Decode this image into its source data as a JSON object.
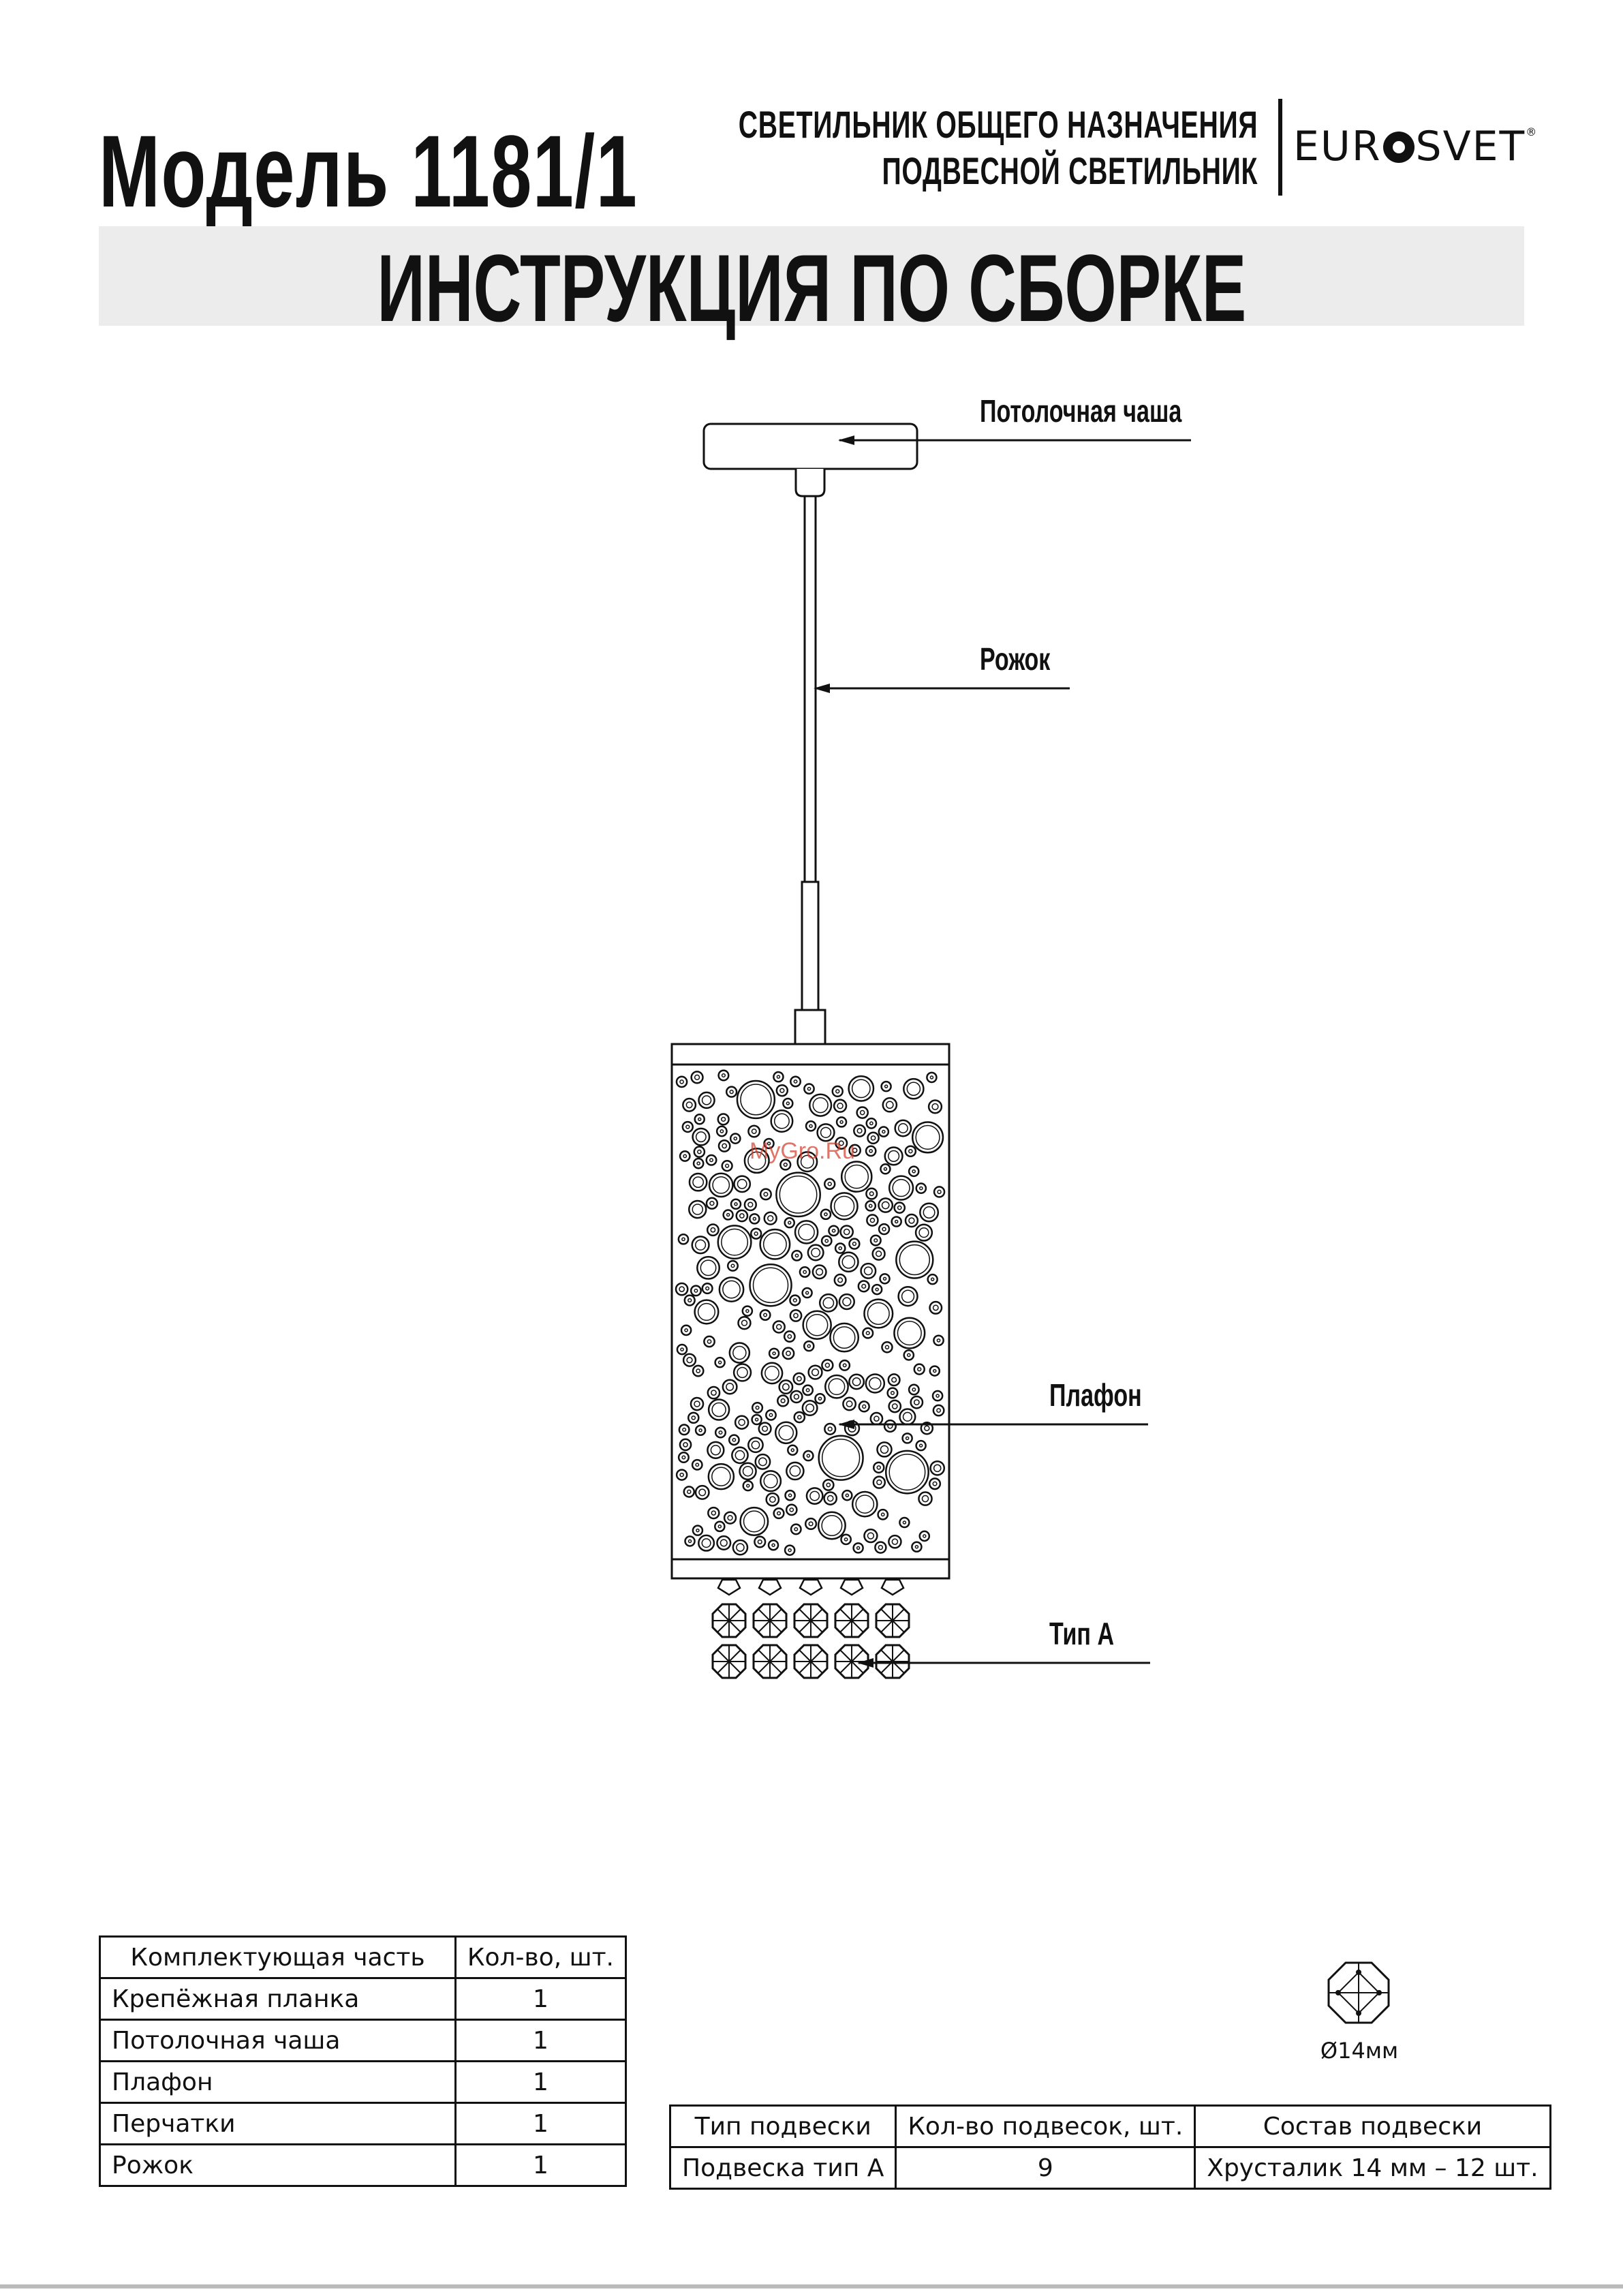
{
  "header": {
    "model_title": "Модель 1181/1",
    "subtitle_line1": "СВЕТИЛЬНИК ОБЩЕГО НАЗНАЧЕНИЯ",
    "subtitle_line2": "ПОДВЕСНОЙ СВЕТИЛЬНИК",
    "brand_left": "EUR",
    "brand_right": "SVET",
    "brand_mark": "®"
  },
  "banner": {
    "title": "ИНСТРУКЦИЯ ПО СБОРКЕ"
  },
  "diagram": {
    "labels": {
      "ceiling_cup": "Потолочная чаша",
      "rod": "Рожок",
      "shade": "Плафон",
      "type_a": "Тип А"
    },
    "watermark": "MyGro.Ru"
  },
  "parts_table": {
    "headers": [
      "Комплектующая часть",
      "Кол-во, шт."
    ],
    "rows": [
      [
        "Крепёжная планка",
        "1"
      ],
      [
        "Потолочная чаша",
        "1"
      ],
      [
        "Плафон",
        "1"
      ],
      [
        "Перчатки",
        "1"
      ],
      [
        "Рожок",
        "1"
      ]
    ]
  },
  "crystal": {
    "size_label": "Ø14мм",
    "icon": "octagon-crystal-icon"
  },
  "pendant_table": {
    "headers": [
      "Тип подвески",
      "Кол-во подвесок, шт.",
      "Состав подвески"
    ],
    "rows": [
      [
        "Подвеска тип А",
        "9",
        "Хрусталик 14 мм – 12 шт."
      ]
    ]
  }
}
